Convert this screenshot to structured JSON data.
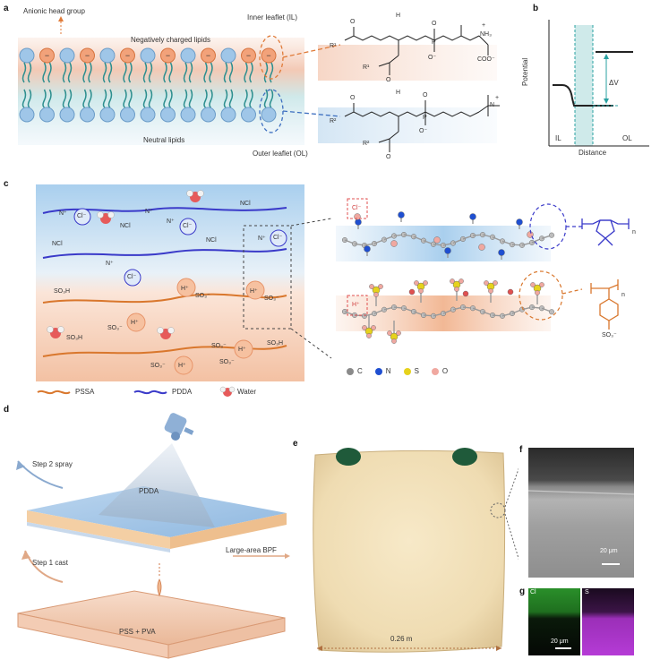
{
  "panels": {
    "a": "a",
    "b": "b",
    "c": "c",
    "d": "d",
    "e": "e",
    "f": "f",
    "g": "g"
  },
  "panel_a": {
    "anionic_head_group": "Anionic head group",
    "negatively_charged_lipids": "Negatively charged lipids",
    "inner_leaflet": "Inner leaflet (IL)",
    "neutral_lipids": "Neutral lipids",
    "outer_leaflet": "Outer leaflet (OL)",
    "minus_sign": "−",
    "chem": {
      "r1": "R¹",
      "r2": "R²",
      "o": "O",
      "p": "P",
      "h": "H",
      "nh3": "NH₃",
      "plus": "+",
      "coo": "COO⁻",
      "ominus": "O⁻",
      "n": "N"
    }
  },
  "panel_b": {
    "ylabel": "Potential",
    "xlabel": "Distance",
    "il": "IL",
    "ol": "OL",
    "delta_v": "ΔV"
  },
  "panel_c": {
    "ions": [
      "Cl⁻",
      "Cl⁻",
      "Cl⁻",
      "Cl⁻"
    ],
    "n_plus": "N⁺",
    "ncl": "NCl",
    "h_plus": "H⁺",
    "so3h": "SO₃H",
    "so3_minus": "SO₃⁻",
    "atom_legend": [
      {
        "symbol": "C",
        "color": "#8a8a8a"
      },
      {
        "symbol": "N",
        "color": "#1f4fd1"
      },
      {
        "symbol": "S",
        "color": "#e6d21c"
      },
      {
        "symbol": "O",
        "color": "#f0a8a0"
      }
    ],
    "legend": {
      "pssa": "PSSA",
      "pdda": "PDDA",
      "water": "Water"
    },
    "pdda_color": "#3a3ac9",
    "pssa_color": "#d9772d",
    "n_sub": "n"
  },
  "panel_d": {
    "step2": "Step 2 spray",
    "step1": "Step 1 cast",
    "pdda": "PDDA",
    "pss_pva": "PSS + PVA",
    "large_area": "Large-area BPF"
  },
  "panel_e": {
    "width_label": "0.26 m"
  },
  "panel_f": {
    "scale": "20 μm"
  },
  "panel_g": {
    "cl": "Cl",
    "s": "S",
    "scale": "20 μm"
  }
}
